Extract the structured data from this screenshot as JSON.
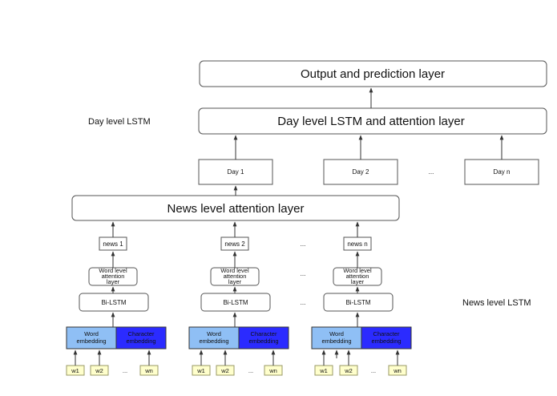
{
  "colors": {
    "word_embedding": "#8fbff5",
    "character_embedding": "#2b2bff",
    "word_box": "#ffffcc"
  },
  "layers": {
    "output": "Output and prediction layer",
    "day_lstm": "Day level LSTM and attention layer",
    "news_attention": "News level attention layer"
  },
  "side_labels": {
    "day_level": "Day level LSTM",
    "news_level": "News level LSTM"
  },
  "days": [
    "Day 1",
    "Day 2",
    "Day n"
  ],
  "day_ellipsis": "...",
  "news": [
    "news 1",
    "news 2",
    "news n"
  ],
  "news_ellipsis": "...",
  "word_attention": [
    "Word level",
    "attention",
    "layer"
  ],
  "bilstm": "Bi-LSTM",
  "word_embedding": [
    "Word",
    "embedding"
  ],
  "char_embedding": [
    "Character",
    "embedding"
  ],
  "words": [
    "w1",
    "w2",
    "wn"
  ],
  "word_ellipsis": "..."
}
